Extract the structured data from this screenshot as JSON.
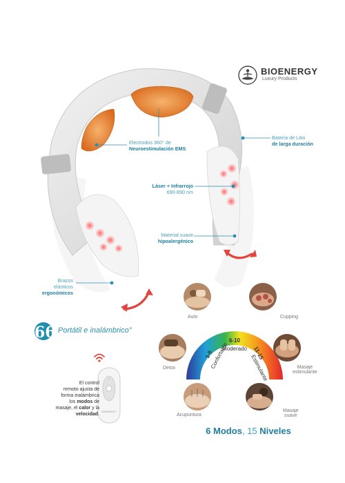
{
  "brand": {
    "name": "BIOENERGY",
    "subtitle": "Luxury Products"
  },
  "callouts": {
    "electrodes_line1": "Electrodos 360° de",
    "electrodes_line2": "Neuroestimulación EMS",
    "battery_line1": "Batería de Litio",
    "battery_line2": "de larga duración",
    "laser_line1": "Láser + Infrarrojo",
    "laser_line2": "690-890 nm",
    "material_line1": "Material suave",
    "material_line2": "hipoalergénico",
    "arms_line1": "Brazos",
    "arms_line2": "elásticos",
    "arms_line3": "ergonómicos"
  },
  "quote": {
    "mark": "66",
    "text": "Portátil e inalámbrico”"
  },
  "remote": {
    "line1": "El control",
    "line2": "remoto ajusta de",
    "line3": "forma inalámbrica",
    "line4_pre": "los ",
    "line4_bold": "modos",
    "line4_post": " de",
    "line5_pre": "masaje, el ",
    "line5_bold": "calor",
    "line5_post": " y la",
    "line6_bold": "velocidad",
    "line6_post": ".",
    "device_label": "BIOENERGY"
  },
  "modes": {
    "auto": "Auto",
    "cupping": "Cupping",
    "detox": "Detox",
    "masaje_estimulante_1": "Masaje",
    "masaje_estimulante_2": "estimulante",
    "acupuntura": "Acupuntura",
    "masaje_suave_1": "Masaje",
    "masaje_suave_2": "suave"
  },
  "gauge": {
    "range1": "1-5",
    "range1_label": "Confortable",
    "range2": "6-10",
    "range2_label": "Moderado",
    "range3": "11-15",
    "range3_label": "Estimulante"
  },
  "footer": {
    "num1": "6",
    "word1": "Modos",
    "sep": ",",
    "num2": "15",
    "word2": "Niveles"
  },
  "colors": {
    "accent": "#1f8fb0",
    "heat": "#e8863a",
    "arrow": "#e2453d",
    "device": "#d9d9d9"
  }
}
